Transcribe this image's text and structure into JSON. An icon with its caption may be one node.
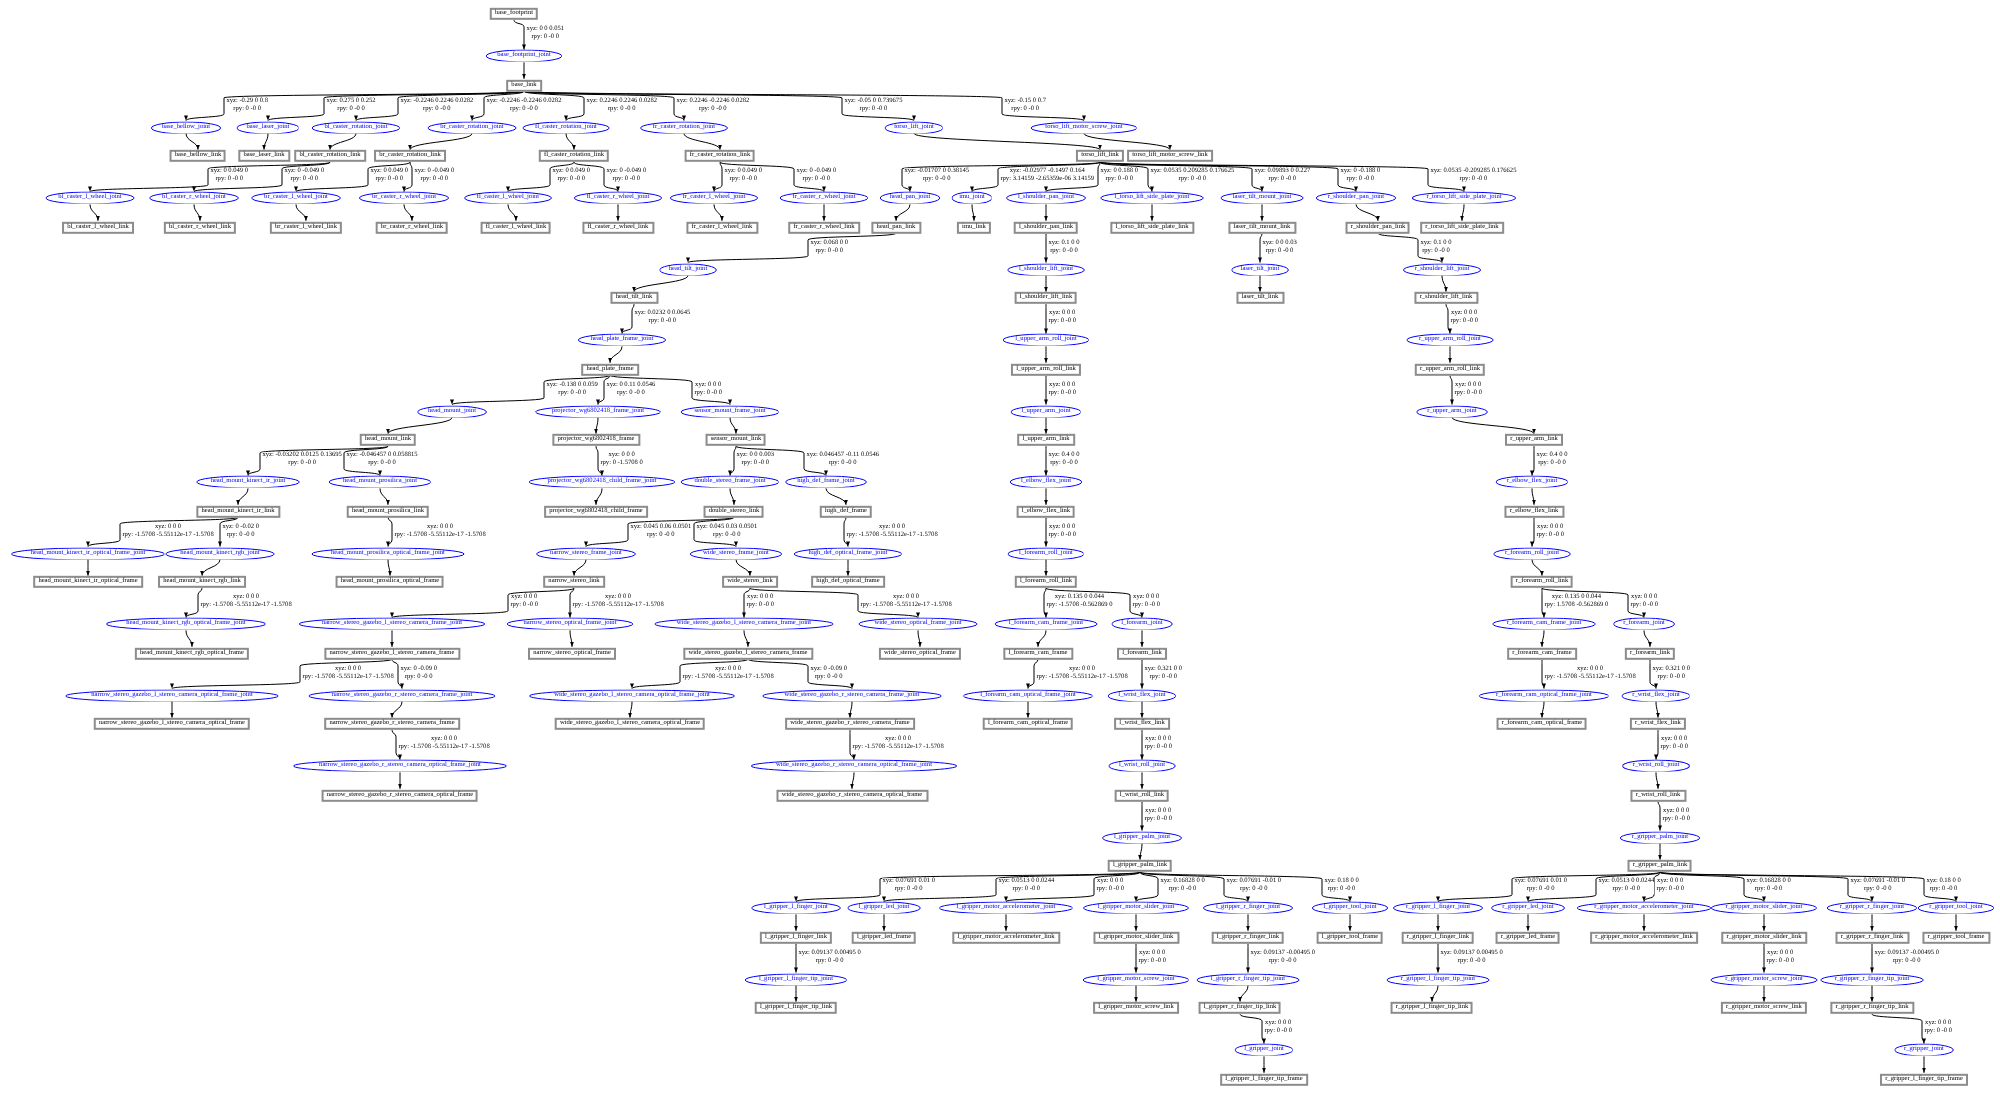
{
  "diagram": {
    "nodes": [
      {
        "text": [
          "base_footprint"
        ]
      },
      {
        "text": [
          "base_footprint_joint"
        ]
      },
      {
        "text": [
          "base_link"
        ]
      },
      {
        "text": [
          "base_bellow_joint"
        ]
      },
      {
        "text": [
          "base_laser_joint"
        ]
      },
      {
        "text": [
          "bl_caster_rotation_joint"
        ]
      },
      {
        "text": [
          "br_caster_rotation_joint"
        ]
      },
      {
        "text": [
          "fl_caster_rotation_joint"
        ]
      },
      {
        "text": [
          "fr_caster_rotation_joint"
        ]
      },
      {
        "text": [
          "torso_lift_joint"
        ]
      },
      {
        "text": [
          "torso_lift_motor_screw_joint"
        ]
      },
      {
        "text": [
          "base_bellow_link"
        ]
      },
      {
        "text": [
          "base_laser_link"
        ]
      },
      {
        "text": [
          "bl_caster_rotation_link"
        ]
      },
      {
        "text": [
          "br_caster_rotation_link"
        ]
      },
      {
        "text": [
          "fl_caster_rotation_link"
        ]
      },
      {
        "text": [
          "fr_caster_rotation_link"
        ]
      },
      {
        "text": [
          "torso_lift_link"
        ]
      },
      {
        "text": [
          "torso_lift_motor_screw_link"
        ]
      },
      {
        "text": [
          "bl_caster_l_wheel_joint"
        ]
      },
      {
        "text": [
          "bl_caster_r_wheel_joint"
        ]
      },
      {
        "text": [
          "br_caster_l_wheel_joint"
        ]
      },
      {
        "text": [
          "br_caster_r_wheel_joint"
        ]
      },
      {
        "text": [
          "fl_caster_l_wheel_joint"
        ]
      },
      {
        "text": [
          "fl_caster_r_wheel_joint"
        ]
      },
      {
        "text": [
          "fr_caster_l_wheel_joint"
        ]
      },
      {
        "text": [
          "fr_caster_r_wheel_joint"
        ]
      },
      {
        "text": [
          "head_pan_joint"
        ]
      },
      {
        "text": [
          "imu_joint"
        ]
      },
      {
        "text": [
          "l_shoulder_pan_joint"
        ]
      },
      {
        "text": [
          "l_torso_lift_side_plate_joint"
        ]
      },
      {
        "text": [
          "laser_tilt_mount_joint"
        ]
      },
      {
        "text": [
          "r_shoulder_pan_joint"
        ]
      },
      {
        "text": [
          "r_torso_lift_side_plate_joint"
        ]
      },
      {
        "text": [
          "bl_caster_l_wheel_link"
        ]
      },
      {
        "text": [
          "bl_caster_r_wheel_link"
        ]
      },
      {
        "text": [
          "br_caster_l_wheel_link"
        ]
      },
      {
        "text": [
          "br_caster_r_wheel_link"
        ]
      },
      {
        "text": [
          "fl_caster_l_wheel_link"
        ]
      },
      {
        "text": [
          "fl_caster_r_wheel_link"
        ]
      },
      {
        "text": [
          "fr_caster_l_wheel_link"
        ]
      },
      {
        "text": [
          "fr_caster_r_wheel_link"
        ]
      },
      {
        "text": [
          "head_pan_link"
        ]
      },
      {
        "text": [
          "imu_link"
        ]
      },
      {
        "text": [
          "l_shoulder_pan_link"
        ]
      },
      {
        "text": [
          "l_torso_lift_side_plate_link"
        ]
      },
      {
        "text": [
          "laser_tilt_mount_link"
        ]
      },
      {
        "text": [
          "r_shoulder_pan_link"
        ]
      },
      {
        "text": [
          "r_torso_lift_side_plate_link"
        ]
      },
      {
        "text": [
          "head_tilt_joint"
        ]
      },
      {
        "text": [
          "l_shoulder_lift_joint"
        ]
      },
      {
        "text": [
          "laser_tilt_joint"
        ]
      },
      {
        "text": [
          "r_shoulder_lift_joint"
        ]
      },
      {
        "text": [
          "head_tilt_link"
        ]
      },
      {
        "text": [
          "l_shoulder_lift_link"
        ]
      },
      {
        "text": [
          "laser_tilt_link"
        ]
      },
      {
        "text": [
          "r_shoulder_lift_link"
        ]
      },
      {
        "text": [
          "head_plate_frame_joint"
        ]
      },
      {
        "text": [
          "l_upper_arm_roll_joint"
        ]
      },
      {
        "text": [
          "r_upper_arm_roll_joint"
        ]
      },
      {
        "text": [
          "head_plate_frame"
        ]
      },
      {
        "text": [
          "l_upper_arm_roll_link"
        ]
      },
      {
        "text": [
          "r_upper_arm_roll_link"
        ]
      },
      {
        "text": [
          "head_mount_joint"
        ]
      },
      {
        "text": [
          "projector_wg6802418_frame_joint"
        ]
      },
      {
        "text": [
          "sensor_mount_frame_joint"
        ]
      },
      {
        "text": [
          "l_upper_arm_joint"
        ]
      },
      {
        "text": [
          "r_upper_arm_joint"
        ]
      },
      {
        "text": [
          "head_mount_link"
        ]
      },
      {
        "text": [
          "projector_wg6802418_frame"
        ]
      },
      {
        "text": [
          "sensor_mount_link"
        ]
      },
      {
        "text": [
          "l_upper_arm_link"
        ]
      },
      {
        "text": [
          "r_upper_arm_link"
        ]
      },
      {
        "text": [
          "head_mount_kinect_ir_joint"
        ]
      },
      {
        "text": [
          "head_mount_prosilica_joint"
        ]
      },
      {
        "text": [
          "projector_wg6802418_child_frame_joint"
        ]
      },
      {
        "text": [
          "double_stereo_frame_joint"
        ]
      },
      {
        "text": [
          "high_def_frame_joint"
        ]
      },
      {
        "text": [
          "l_elbow_flex_joint"
        ]
      },
      {
        "text": [
          "r_elbow_flex_joint"
        ]
      },
      {
        "text": [
          "head_mount_kinect_ir_link"
        ]
      },
      {
        "text": [
          "head_mount_prosilica_link"
        ]
      },
      {
        "text": [
          "projector_wg6802418_child_frame"
        ]
      },
      {
        "text": [
          "double_stereo_link"
        ]
      },
      {
        "text": [
          "high_def_frame"
        ]
      },
      {
        "text": [
          "l_elbow_flex_link"
        ]
      },
      {
        "text": [
          "r_elbow_flex_link"
        ]
      },
      {
        "text": [
          "head_mount_kinect_ir_optical_frame_joint"
        ]
      },
      {
        "text": [
          "head_mount_kinect_rgb_joint"
        ]
      },
      {
        "text": [
          "head_mount_prosilica_optical_frame_joint"
        ]
      },
      {
        "text": [
          "narrow_stereo_frame_joint"
        ]
      },
      {
        "text": [
          "wide_stereo_frame_joint"
        ]
      },
      {
        "text": [
          "high_def_optical_frame_joint"
        ]
      },
      {
        "text": [
          "l_forearm_roll_joint"
        ]
      },
      {
        "text": [
          "r_forearm_roll_joint"
        ]
      },
      {
        "text": [
          "head_mount_kinect_ir_optical_frame"
        ]
      },
      {
        "text": [
          "head_mount_kinect_rgb_link"
        ]
      },
      {
        "text": [
          "head_mount_prosilica_optical_frame"
        ]
      },
      {
        "text": [
          "narrow_stereo_link"
        ]
      },
      {
        "text": [
          "wide_stereo_link"
        ]
      },
      {
        "text": [
          "high_def_optical_frame"
        ]
      },
      {
        "text": [
          "l_forearm_roll_link"
        ]
      },
      {
        "text": [
          "r_forearm_roll_link"
        ]
      },
      {
        "text": [
          "head_mount_kinect_rgb_optical_frame_joint"
        ]
      },
      {
        "text": [
          "narrow_stereo_gazebo_l_stereo_camera_frame_joint"
        ]
      },
      {
        "text": [
          "narrow_stereo_optical_frame_joint"
        ]
      },
      {
        "text": [
          "wide_stereo_gazebo_l_stereo_camera_frame_joint"
        ]
      },
      {
        "text": [
          "wide_stereo_optical_frame_joint"
        ]
      },
      {
        "text": [
          "l_forearm_cam_frame_joint"
        ]
      },
      {
        "text": [
          "l_forearm_joint"
        ]
      },
      {
        "text": [
          "r_forearm_cam_frame_joint"
        ]
      },
      {
        "text": [
          "r_forearm_joint"
        ]
      },
      {
        "text": [
          "head_mount_kinect_rgb_optical_frame"
        ]
      },
      {
        "text": [
          "narrow_stereo_gazebo_l_stereo_camera_frame"
        ]
      },
      {
        "text": [
          "narrow_stereo_optical_frame"
        ]
      },
      {
        "text": [
          "wide_stereo_gazebo_l_stereo_camera_frame"
        ]
      },
      {
        "text": [
          "wide_stereo_optical_frame"
        ]
      },
      {
        "text": [
          "l_forearm_cam_frame"
        ]
      },
      {
        "text": [
          "l_forearm_link"
        ]
      },
      {
        "text": [
          "r_forearm_cam_frame"
        ]
      },
      {
        "text": [
          "r_forearm_link"
        ]
      },
      {
        "text": [
          "narrow_stereo_gazebo_l_stereo_camera_optical_frame_joint"
        ]
      },
      {
        "text": [
          "narrow_stereo_gazebo_r_stereo_camera_frame_joint"
        ]
      },
      {
        "text": [
          "wide_stereo_gazebo_l_stereo_camera_optical_frame_joint"
        ]
      },
      {
        "text": [
          "wide_stereo_gazebo_r_stereo_camera_frame_joint"
        ]
      },
      {
        "text": [
          "l_forearm_cam_optical_frame_joint"
        ]
      },
      {
        "text": [
          "l_wrist_flex_joint"
        ]
      },
      {
        "text": [
          "r_forearm_cam_optical_frame_joint"
        ]
      },
      {
        "text": [
          "r_wrist_flex_joint"
        ]
      },
      {
        "text": [
          "narrow_stereo_gazebo_l_stereo_camera_optical_frame"
        ]
      },
      {
        "text": [
          "narrow_stereo_gazebo_r_stereo_camera_frame"
        ]
      },
      {
        "text": [
          "wide_stereo_gazebo_l_stereo_camera_optical_frame"
        ]
      },
      {
        "text": [
          "wide_stereo_gazebo_r_stereo_camera_frame"
        ]
      },
      {
        "text": [
          "l_forearm_cam_optical_frame"
        ]
      },
      {
        "text": [
          "l_wrist_flex_link"
        ]
      },
      {
        "text": [
          "r_forearm_cam_optical_frame"
        ]
      },
      {
        "text": [
          "r_wrist_flex_link"
        ]
      },
      {
        "text": [
          "narrow_stereo_gazebo_r_stereo_camera_optical_frame_joint"
        ]
      },
      {
        "text": [
          "wide_stereo_gazebo_r_stereo_camera_optical_frame_joint"
        ]
      },
      {
        "text": [
          "l_wrist_roll_joint"
        ]
      },
      {
        "text": [
          "r_wrist_roll_joint"
        ]
      },
      {
        "text": [
          "narrow_stereo_gazebo_r_stereo_camera_optical_frame"
        ]
      },
      {
        "text": [
          "wide_stereo_gazebo_r_stereo_camera_optical_frame"
        ]
      },
      {
        "text": [
          "l_wrist_roll_link"
        ]
      },
      {
        "text": [
          "r_wrist_roll_link"
        ]
      },
      {
        "text": [
          "l_gripper_palm_joint"
        ]
      },
      {
        "text": [
          "r_gripper_palm_joint"
        ]
      },
      {
        "text": [
          "l_gripper_palm_link"
        ]
      },
      {
        "text": [
          "r_gripper_palm_link"
        ]
      },
      {
        "text": [
          "l_gripper_l_finger_joint"
        ]
      },
      {
        "text": [
          "l_gripper_led_joint"
        ]
      },
      {
        "text": [
          "l_gripper_motor_accelerometer_joint"
        ]
      },
      {
        "text": [
          "l_gripper_motor_slider_joint"
        ]
      },
      {
        "text": [
          "l_gripper_r_finger_joint"
        ]
      },
      {
        "text": [
          "l_gripper_tool_joint"
        ]
      },
      {
        "text": [
          "r_gripper_l_finger_joint"
        ]
      },
      {
        "text": [
          "r_gripper_led_joint"
        ]
      },
      {
        "text": [
          "r_gripper_motor_accelerometer_joint"
        ]
      },
      {
        "text": [
          "r_gripper_motor_slider_joint"
        ]
      },
      {
        "text": [
          "r_gripper_r_finger_joint"
        ]
      },
      {
        "text": [
          "r_gripper_tool_joint"
        ]
      },
      {
        "text": [
          "l_gripper_l_finger_link"
        ]
      },
      {
        "text": [
          "l_gripper_led_frame"
        ]
      },
      {
        "text": [
          "l_gripper_motor_accelerometer_link"
        ]
      },
      {
        "text": [
          "l_gripper_motor_slider_link"
        ]
      },
      {
        "text": [
          "l_gripper_r_finger_link"
        ]
      },
      {
        "text": [
          "l_gripper_tool_frame"
        ]
      },
      {
        "text": [
          "r_gripper_l_finger_link"
        ]
      },
      {
        "text": [
          "r_gripper_led_frame"
        ]
      },
      {
        "text": [
          "r_gripper_motor_accelerometer_link"
        ]
      },
      {
        "text": [
          "r_gripper_motor_slider_link"
        ]
      },
      {
        "text": [
          "r_gripper_r_finger_link"
        ]
      },
      {
        "text": [
          "r_gripper_tool_frame"
        ]
      },
      {
        "text": [
          "l_gripper_l_finger_tip_joint"
        ]
      },
      {
        "text": [
          "l_gripper_motor_screw_joint"
        ]
      },
      {
        "text": [
          "l_gripper_r_finger_tip_joint"
        ]
      },
      {
        "text": [
          "r_gripper_l_finger_tip_joint"
        ]
      },
      {
        "text": [
          "r_gripper_motor_screw_joint"
        ]
      },
      {
        "text": [
          "r_gripper_r_finger_tip_joint"
        ]
      },
      {
        "text": [
          "l_gripper_l_finger_tip_link"
        ]
      },
      {
        "text": [
          "l_gripper_motor_screw_link"
        ]
      },
      {
        "text": [
          "l_gripper_r_finger_tip_link"
        ]
      },
      {
        "text": [
          "r_gripper_l_finger_tip_link"
        ]
      },
      {
        "text": [
          "r_gripper_motor_screw_link"
        ]
      },
      {
        "text": [
          "r_gripper_r_finger_tip_link"
        ]
      },
      {
        "text": [
          "l_gripper_joint"
        ]
      },
      {
        "text": [
          "r_gripper_joint"
        ]
      },
      {
        "text": [
          "l_gripper_l_finger_tip_frame"
        ]
      },
      {
        "text": [
          "r_gripper_l_finger_tip_frame"
        ]
      }
    ],
    "edges": [
      {
        "from": 0,
        "to": 1,
        "arrow": "to",
        "label": "xyz: 0 0 0.051 rpy: 0 -0 0"
      },
      {
        "from": 1,
        "to": 2,
        "arrow": "to"
      },
      {
        "from": 2,
        "to": 3,
        "arrow": "to",
        "label": "xyz: -0.29 0 0.8 rpy: 0 -0 0"
      },
      {
        "from": 2,
        "to": 4,
        "arrow": "to",
        "label": "xyz: 0.275 0 0.252 rpy: 0 -0 0"
      },
      {
        "from": 2,
        "to": 5,
        "arrow": "to",
        "label": "xyz: -0.2246 0.2246 0.0282 rpy: 0 -0 0"
      },
      {
        "from": 2,
        "to": 6,
        "arrow": "to",
        "label": "xyz: -0.2246 -0.2246 0.0282 rpy: 0 -0 0"
      },
      {
        "from": 2,
        "to": 7,
        "arrow": "to",
        "label": "xyz: 0.2246 0.2246 0.0282 rpy: 0 -0 0"
      },
      {
        "from": 2,
        "to": 8,
        "arrow": "to",
        "label": "xyz: 0.2246 -0.2246 0.0282 rpy: 0 -0 0"
      },
      {
        "from": 2,
        "to": 9,
        "arrow": "to",
        "label": "xyz: -0.05 0 0.739675 rpy: 0 -0 0"
      },
      {
        "from": 2,
        "to": 10,
        "arrow": "to",
        "label": "xyz: -0.15 0 0.7 rpy: 0 -0 0"
      },
      {
        "from": 3,
        "to": 11,
        "arrow": "to"
      },
      {
        "from": 4,
        "to": 12,
        "arrow": "to"
      },
      {
        "from": 5,
        "to": 13,
        "arrow": "to"
      },
      {
        "from": 6,
        "to": 14,
        "arrow": "to"
      },
      {
        "from": 7,
        "to": 15,
        "arrow": "to"
      },
      {
        "from": 8,
        "to": 16,
        "arrow": "to"
      },
      {
        "from": 9,
        "to": 17,
        "arrow": "to"
      },
      {
        "from": 10,
        "to": 18,
        "arrow": "to"
      },
      {
        "from": 13,
        "to": 19,
        "arrow": "to",
        "label": "xyz: 0 0.049 0 rpy: 0 -0 0"
      },
      {
        "from": 13,
        "to": 20,
        "arrow": "to",
        "label": "xyz: 0 -0.049 0 rpy: 0 -0 0"
      },
      {
        "from": 14,
        "to": 21,
        "arrow": "to",
        "label": "xyz: 0 0.049 0 rpy: 0 -0 0"
      },
      {
        "from": 14,
        "to": 22,
        "arrow": "to",
        "label": "xyz: 0 -0.049 0 rpy: 0 -0 0"
      },
      {
        "from": 15,
        "to": 23,
        "arrow": "to",
        "label": "xyz: 0 0.049 0 rpy: 0 -0 0"
      },
      {
        "from": 15,
        "to": 24,
        "arrow": "to",
        "label": "xyz: 0 -0.049 0 rpy: 0 -0 0"
      },
      {
        "from": 16,
        "to": 25,
        "arrow": "to",
        "label": "xyz: 0 0.049 0 rpy: 0 -0 0"
      },
      {
        "from": 16,
        "to": 26,
        "arrow": "to",
        "label": "xyz: 0 -0.049 0 rpy: 0 -0 0"
      },
      {
        "from": 17,
        "to": 27,
        "arrow": "to",
        "label": "xyz: -0.01707 0 0.38145 rpy: 0 -0 0"
      },
      {
        "from": 17,
        "to": 28,
        "arrow": "to",
        "label": "xyz: -0.02977 -0.1497 0.164 rpy: 3.14159 -2.65359e-06 3.14159"
      },
      {
        "from": 17,
        "to": 29,
        "arrow": "to",
        "label": "xyz: 0 0.188 0 rpy: 0 -0 0"
      },
      {
        "from": 17,
        "to": 30,
        "arrow": "to",
        "label": "xyz: 0.0535 0.209285 0.176625 rpy: 0 -0 0"
      },
      {
        "from": 17,
        "to": 31,
        "arrow": "to",
        "label": "xyz: 0.09893 0 0.227 rpy: 0 -0 0"
      },
      {
        "from": 17,
        "to": 32,
        "arrow": "to",
        "label": "xyz: 0 -0.188 0 rpy: 0 -0 0"
      },
      {
        "from": 17,
        "to": 33,
        "arrow": "to",
        "label": "xyz: 0.0535 -0.209285 0.176625 rpy: 0 -0 0"
      },
      {
        "from": 19,
        "to": 34,
        "arrow": "to"
      },
      {
        "from": 20,
        "to": 35,
        "arrow": "to"
      },
      {
        "from": 21,
        "to": 36,
        "arrow": "to"
      },
      {
        "from": 22,
        "to": 37,
        "arrow": "to"
      },
      {
        "from": 23,
        "to": 38,
        "arrow": "to"
      },
      {
        "from": 24,
        "to": 39,
        "arrow": "to"
      },
      {
        "from": 25,
        "to": 40,
        "arrow": "to"
      },
      {
        "from": 26,
        "to": 41,
        "arrow": "to"
      },
      {
        "from": 27,
        "to": 42,
        "arrow": "to"
      },
      {
        "from": 28,
        "to": 43,
        "arrow": "to"
      },
      {
        "from": 29,
        "to": 44,
        "arrow": "to"
      },
      {
        "from": 30,
        "to": 45,
        "arrow": "to"
      },
      {
        "from": 31,
        "to": 46,
        "arrow": "to"
      },
      {
        "from": 32,
        "to": 47,
        "arrow": "to"
      },
      {
        "from": 33,
        "to": 48,
        "arrow": "to"
      },
      {
        "from": 42,
        "to": 49,
        "arrow": "to",
        "label": "xyz: 0.068 0 0 rpy: 0 -0 0"
      },
      {
        "from": 44,
        "to": 50,
        "arrow": "to",
        "label": "xyz: 0.1 0 0 rpy: 0 -0 0"
      },
      {
        "from": 46,
        "to": 51,
        "arrow": "to",
        "label": "xyz: 0 0 0.03 rpy: 0 -0 0"
      },
      {
        "from": 47,
        "to": 52,
        "arrow": "to",
        "label": "xyz: 0.1 0 0 rpy: 0 -0 0"
      },
      {
        "from": 49,
        "to": 53,
        "arrow": "to"
      },
      {
        "from": 50,
        "to": 54,
        "arrow": "to"
      },
      {
        "from": 51,
        "to": 55,
        "arrow": "to"
      },
      {
        "from": 52,
        "to": 56,
        "arrow": "to"
      },
      {
        "from": 53,
        "to": 57,
        "arrow": "to",
        "label": "xyz: 0.0232 0 0.0645 rpy: 0 -0 0"
      },
      {
        "from": 54,
        "to": 58,
        "arrow": "to",
        "label": "xyz: 0 0 0 rpy: 0 -0 0"
      },
      {
        "from": 56,
        "to": 59,
        "arrow": "to",
        "label": "xyz: 0 0 0 rpy: 0 -0 0"
      },
      {
        "from": 57,
        "to": 60,
        "arrow": "to"
      },
      {
        "from": 58,
        "to": 61,
        "arrow": "to"
      },
      {
        "from": 59,
        "to": 62,
        "arrow": "to"
      },
      {
        "from": 60,
        "to": 63,
        "arrow": "to",
        "label": "xyz: -0.138 0 0.059 rpy: 0 -0 0"
      },
      {
        "from": 60,
        "to": 64,
        "arrow": "to",
        "label": "xyz: 0 0.11 0.0546 rpy: 0 -0 0"
      },
      {
        "from": 60,
        "to": 65,
        "arrow": "to",
        "label": "xyz: 0 0 0 rpy: 0 -0 0"
      },
      {
        "from": 61,
        "to": 66,
        "arrow": "to",
        "label": "xyz: 0 0 0 rpy: 0 -0 0"
      },
      {
        "from": 62,
        "to": 67,
        "arrow": "to",
        "label": "xyz: 0 0 0 rpy: 0 -0 0"
      },
      {
        "from": 63,
        "to": 68,
        "arrow": "to"
      },
      {
        "from": 64,
        "to": 69,
        "arrow": "to"
      },
      {
        "from": 65,
        "to": 70,
        "arrow": "to"
      },
      {
        "from": 66,
        "to": 71,
        "arrow": "to"
      },
      {
        "from": 67,
        "to": 72,
        "arrow": "to"
      },
      {
        "from": 68,
        "to": 73,
        "arrow": "to",
        "label": "xyz: -0.03202 0.0125 0.13695 rpy: 0 -0 0"
      },
      {
        "from": 68,
        "to": 74,
        "arrow": "to",
        "label": "xyz: -0.046457 0 0.058815 rpy: 0 -0 0"
      },
      {
        "from": 69,
        "to": 75,
        "arrow": "to",
        "label": "xyz: 0 0 0 rpy: 0 -1.5708 0"
      },
      {
        "from": 70,
        "to": 76,
        "arrow": "to",
        "label": "xyz: 0 0 0.003 rpy: 0 -0 0"
      },
      {
        "from": 70,
        "to": 77,
        "arrow": "to",
        "label": "xyz: 0.046457 -0.11 0.0546 rpy: 0 -0 0"
      },
      {
        "from": 71,
        "to": 78,
        "arrow": "to",
        "label": "xyz: 0.4 0 0 rpy: 0 -0 0"
      },
      {
        "from": 72,
        "to": 79,
        "arrow": "to",
        "label": "xyz: 0.4 0 0 rpy: 0 -0 0"
      },
      {
        "from": 73,
        "to": 80,
        "arrow": "to"
      },
      {
        "from": 74,
        "to": 81,
        "arrow": "to"
      },
      {
        "from": 75,
        "to": 82,
        "arrow": "to"
      },
      {
        "from": 76,
        "to": 83,
        "arrow": "to"
      },
      {
        "from": 77,
        "to": 84,
        "arrow": "to"
      },
      {
        "from": 78,
        "to": 85,
        "arrow": "to"
      },
      {
        "from": 79,
        "to": 86,
        "arrow": "to"
      },
      {
        "from": 80,
        "to": 87,
        "arrow": "to",
        "label": "xyz: 0 0 0 rpy: -1.5708 -5.55112e-17 -1.5708"
      },
      {
        "from": 80,
        "to": 88,
        "arrow": "to",
        "label": "xyz: 0 -0.02 0 rpy: 0 -0 0"
      },
      {
        "from": 81,
        "to": 89,
        "arrow": "to",
        "label": "xyz: 0 0 0 rpy: -1.5708 -5.55112e-17 -1.5708"
      },
      {
        "from": 83,
        "to": 90,
        "arrow": "to",
        "label": "xyz: 0.045 0.06 0.0501 rpy: 0 -0 0"
      },
      {
        "from": 83,
        "to": 91,
        "arrow": "to",
        "label": "xyz: 0.045 0.03 0.0501 rpy: 0 -0 0"
      },
      {
        "from": 84,
        "to": 92,
        "arrow": "to",
        "label": "xyz: 0 0 0 rpy: -1.5708 -5.55112e-17 -1.5708"
      },
      {
        "from": 85,
        "to": 93,
        "arrow": "to",
        "label": "xyz: 0 0 0 rpy: 0 -0 0"
      },
      {
        "from": 86,
        "to": 94,
        "arrow": "to",
        "label": "xyz: 0 0 0 rpy: 0 -0 0"
      },
      {
        "from": 87,
        "to": 95,
        "arrow": "to"
      },
      {
        "from": 88,
        "to": 96,
        "arrow": "to"
      },
      {
        "from": 89,
        "to": 97,
        "arrow": "to"
      },
      {
        "from": 90,
        "to": 98,
        "arrow": "to"
      },
      {
        "from": 91,
        "to": 99,
        "arrow": "to"
      },
      {
        "from": 92,
        "to": 100,
        "arrow": "to"
      },
      {
        "from": 93,
        "to": 101,
        "arrow": "to"
      },
      {
        "from": 94,
        "to": 102,
        "arrow": "to"
      },
      {
        "from": 96,
        "to": 103,
        "arrow": "to",
        "label": "xyz: 0 0 0 rpy: -1.5708 -5.55112e-17 -1.5708"
      },
      {
        "from": 98,
        "to": 104,
        "arrow": "to",
        "label": "xyz: 0 0 0 rpy: 0 -0 0"
      },
      {
        "from": 98,
        "to": 105,
        "arrow": "to",
        "label": "xyz: 0 0 0 rpy: -1.5708 -5.55112e-17 -1.5708"
      },
      {
        "from": 99,
        "to": 106,
        "arrow": "to",
        "label": "xyz: 0 0 0 rpy: 0 -0 0"
      },
      {
        "from": 99,
        "to": 107,
        "arrow": "to",
        "label": "xyz: 0 0 0 rpy: -1.5708 -5.55112e-17 -1.5708"
      },
      {
        "from": 101,
        "to": 108,
        "arrow": "to",
        "label": "xyz: 0.135 0 0.044 rpy: -1.5708 -0.562869 0"
      },
      {
        "from": 101,
        "to": 109,
        "arrow": "to",
        "label": "xyz: 0 0 0 rpy: 0 -0 0"
      },
      {
        "from": 102,
        "to": 110,
        "arrow": "to",
        "label": "xyz: 0.135 0 0.044 rpy: 1.5708 -0.562869 0"
      },
      {
        "from": 102,
        "to": 111,
        "arrow": "to",
        "label": "xyz: 0 0 0 rpy: 0 -0 0"
      },
      {
        "from": 103,
        "to": 112,
        "arrow": "to"
      },
      {
        "from": 104,
        "to": 113,
        "arrow": "to"
      },
      {
        "from": 105,
        "to": 114,
        "arrow": "to"
      },
      {
        "from": 106,
        "to": 115,
        "arrow": "to"
      },
      {
        "from": 107,
        "to": 116,
        "arrow": "to"
      },
      {
        "from": 108,
        "to": 117,
        "arrow": "to"
      },
      {
        "from": 109,
        "to": 118,
        "arrow": "to"
      },
      {
        "from": 110,
        "to": 119,
        "arrow": "to"
      },
      {
        "from": 111,
        "to": 120,
        "arrow": "to"
      },
      {
        "from": 113,
        "to": 121,
        "arrow": "to",
        "label": "xyz: 0 0 0 rpy: -1.5708 -5.55112e-17 -1.5708"
      },
      {
        "from": 113,
        "to": 122,
        "arrow": "to",
        "label": "xyz: 0 -0.09 0 rpy: 0 -0 0"
      },
      {
        "from": 115,
        "to": 123,
        "arrow": "to",
        "label": "xyz: 0 0 0 rpy: -1.5708 -5.55112e-17 -1.5708"
      },
      {
        "from": 115,
        "to": 124,
        "arrow": "to",
        "label": "xyz: 0 -0.09 0 rpy: 0 -0 0"
      },
      {
        "from": 117,
        "to": 125,
        "arrow": "to",
        "label": "xyz: 0 0 0 rpy: -1.5708 -5.55112e-17 -1.5708"
      },
      {
        "from": 118,
        "to": 126,
        "arrow": "to",
        "label": "xyz: 0.321 0 0 rpy: 0 -0 0"
      },
      {
        "from": 119,
        "to": 127,
        "arrow": "to",
        "label": "xyz: 0 0 0 rpy: -1.5708 -5.55112e-17 -1.5708"
      },
      {
        "from": 120,
        "to": 128,
        "arrow": "to",
        "label": "xyz: 0.321 0 0 rpy: 0 -0 0"
      },
      {
        "from": 121,
        "to": 129,
        "arrow": "to"
      },
      {
        "from": 122,
        "to": 130,
        "arrow": "to"
      },
      {
        "from": 123,
        "to": 131,
        "arrow": "to"
      },
      {
        "from": 124,
        "to": 132,
        "arrow": "to"
      },
      {
        "from": 125,
        "to": 133,
        "arrow": "to"
      },
      {
        "from": 126,
        "to": 134,
        "arrow": "to"
      },
      {
        "from": 127,
        "to": 135,
        "arrow": "to"
      },
      {
        "from": 128,
        "to": 136,
        "arrow": "to"
      },
      {
        "from": 130,
        "to": 137,
        "arrow": "to",
        "label": "xyz: 0 0 0 rpy: -1.5708 -5.55112e-17 -1.5708"
      },
      {
        "from": 132,
        "to": 138,
        "arrow": "to",
        "label": "xyz: 0 0 0 rpy: -1.5708 -5.55112e-17 -1.5708"
      },
      {
        "from": 134,
        "to": 139,
        "arrow": "to",
        "label": "xyz: 0 0 0 rpy: 0 -0 0"
      },
      {
        "from": 136,
        "to": 140,
        "arrow": "to",
        "label": "xyz: 0 0 0 rpy: 0 -0 0"
      },
      {
        "from": 137,
        "to": 141,
        "arrow": "to"
      },
      {
        "from": 138,
        "to": 142,
        "arrow": "to"
      },
      {
        "from": 139,
        "to": 143,
        "arrow": "to"
      },
      {
        "from": 140,
        "to": 144,
        "arrow": "to"
      },
      {
        "from": 143,
        "to": 145,
        "arrow": "to",
        "label": "xyz: 0 0 0 rpy: 0 -0 0"
      },
      {
        "from": 144,
        "to": 146,
        "arrow": "to",
        "label": "xyz: 0 0 0 rpy: 0 -0 0"
      },
      {
        "from": 145,
        "to": 147,
        "arrow": "to"
      },
      {
        "from": 146,
        "to": 148,
        "arrow": "to"
      },
      {
        "from": 147,
        "to": 149,
        "arrow": "to",
        "label": "xyz: 0.07691 0.01 0 rpy: 0 -0 0"
      },
      {
        "from": 147,
        "to": 150,
        "arrow": "to",
        "label": "xyz: 0.0513 0 0.0244 rpy: 0 -0 0"
      },
      {
        "from": 147,
        "to": 151,
        "arrow": "to",
        "label": "xyz: 0 0 0 rpy: 0 -0 0"
      },
      {
        "from": 147,
        "to": 152,
        "arrow": "to",
        "label": "xyz: 0.16828 0 0 rpy: 0 -0 0"
      },
      {
        "from": 147,
        "to": 153,
        "arrow": "to",
        "label": "xyz: 0.07691 -0.01 0 rpy: 0 -0 0"
      },
      {
        "from": 147,
        "to": 154,
        "arrow": "to",
        "label": "xyz: 0.18 0 0 rpy: 0 -0 0"
      },
      {
        "from": 148,
        "to": 155,
        "arrow": "to",
        "label": "xyz: 0.07691 0.01 0 rpy: 0 -0 0"
      },
      {
        "from": 148,
        "to": 156,
        "arrow": "to",
        "label": "xyz: 0.0513 0 0.0244 rpy: 0 -0 0"
      },
      {
        "from": 148,
        "to": 157,
        "arrow": "to",
        "label": "xyz: 0 0 0 rpy: 0 -0 0"
      },
      {
        "from": 148,
        "to": 158,
        "arrow": "to",
        "label": "xyz: 0.16828 0 0 rpy: 0 -0 0"
      },
      {
        "from": 148,
        "to": 159,
        "arrow": "to",
        "label": "xyz: 0.07691 -0.01 0 rpy: 0 -0 0"
      },
      {
        "from": 148,
        "to": 160,
        "arrow": "to",
        "label": "xyz: 0.18 0 0 rpy: 0 -0 0"
      },
      {
        "from": 149,
        "to": 161,
        "arrow": "to"
      },
      {
        "from": 150,
        "to": 162,
        "arrow": "to"
      },
      {
        "from": 151,
        "to": 163,
        "arrow": "to"
      },
      {
        "from": 152,
        "to": 164,
        "arrow": "to"
      },
      {
        "from": 153,
        "to": 165,
        "arrow": "to"
      },
      {
        "from": 154,
        "to": 166,
        "arrow": "to"
      },
      {
        "from": 155,
        "to": 167,
        "arrow": "to"
      },
      {
        "from": 156,
        "to": 168,
        "arrow": "to"
      },
      {
        "from": 157,
        "to": 169,
        "arrow": "to"
      },
      {
        "from": 158,
        "to": 170,
        "arrow": "to"
      },
      {
        "from": 159,
        "to": 171,
        "arrow": "to"
      },
      {
        "from": 160,
        "to": 172,
        "arrow": "to"
      },
      {
        "from": 161,
        "to": 173,
        "arrow": "to",
        "label": "xyz: 0.09137 0.00495 0 rpy: 0 -0 0"
      },
      {
        "from": 164,
        "to": 174,
        "arrow": "to",
        "label": "xyz: 0 0 0 rpy: 0 -0 0"
      },
      {
        "from": 165,
        "to": 175,
        "arrow": "to",
        "label": "xyz: 0.09137 -0.00495 0 rpy: 0 -0 0"
      },
      {
        "from": 167,
        "to": 176,
        "arrow": "to",
        "label": "xyz: 0.09137 0.00495 0 rpy: 0 -0 0"
      },
      {
        "from": 170,
        "to": 177,
        "arrow": "to",
        "label": "xyz: 0 0 0 rpy: 0 -0 0"
      },
      {
        "from": 171,
        "to": 178,
        "arrow": "to",
        "label": "xyz: 0.09137 -0.00495 0 rpy: 0 -0 0"
      },
      {
        "from": 173,
        "to": 179,
        "arrow": "to"
      },
      {
        "from": 174,
        "to": 180,
        "arrow": "to"
      },
      {
        "from": 175,
        "to": 181,
        "arrow": "to"
      },
      {
        "from": 176,
        "to": 182,
        "arrow": "to"
      },
      {
        "from": 177,
        "to": 183,
        "arrow": "to"
      },
      {
        "from": 178,
        "to": 184,
        "arrow": "to"
      },
      {
        "from": 181,
        "to": 185,
        "arrow": "to",
        "label": "xyz: 0 0 0 rpy: 0 -0 0"
      },
      {
        "from": 184,
        "to": 186,
        "arrow": "to",
        "label": "xyz: 0 0 0 rpy: 0 -0 0"
      },
      {
        "from": 185,
        "to": 187,
        "arrow": "to"
      },
      {
        "from": 186,
        "to": 188,
        "arrow": "to"
      }
    ]
  }
}
